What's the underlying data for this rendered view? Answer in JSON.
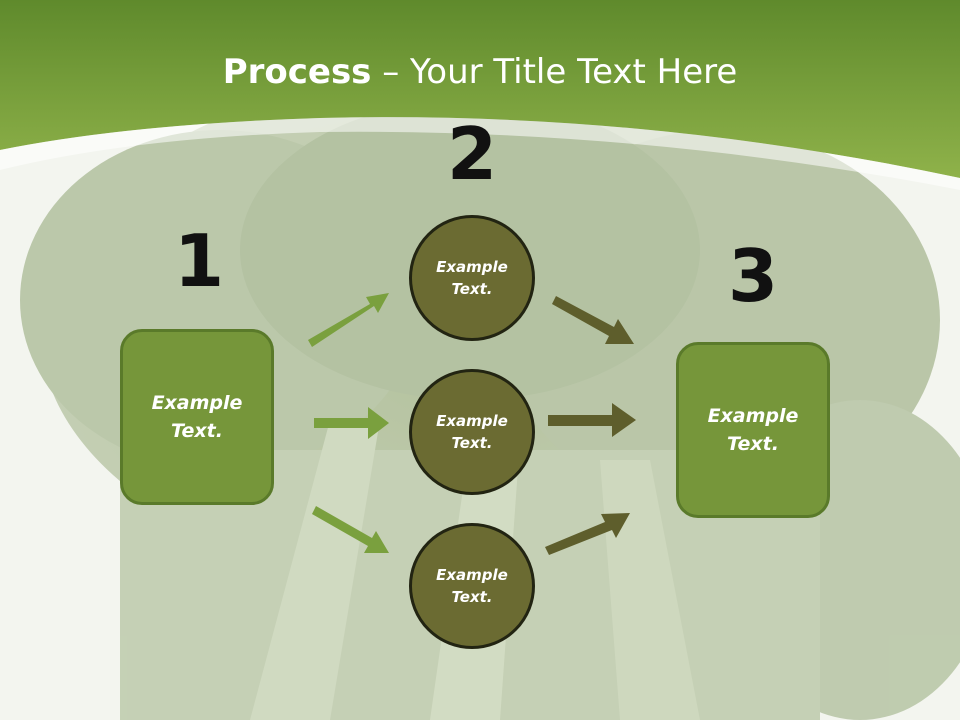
{
  "title": {
    "bold": "Process",
    "rest": " – Your Title Text Here"
  },
  "steps": [
    {
      "number": "1",
      "label": "Example\nText."
    },
    {
      "number": "2",
      "labels": [
        "Example\nText.",
        "Example\nText.",
        "Example\nText."
      ]
    },
    {
      "number": "3",
      "label": "Example\nText."
    }
  ],
  "colors": {
    "header_green": "#8aad48",
    "box_green": "#76963a",
    "circle_olive": "#6b6b32",
    "arrow_green": "#7aa03e",
    "arrow_olive": "#5e5e2c"
  }
}
